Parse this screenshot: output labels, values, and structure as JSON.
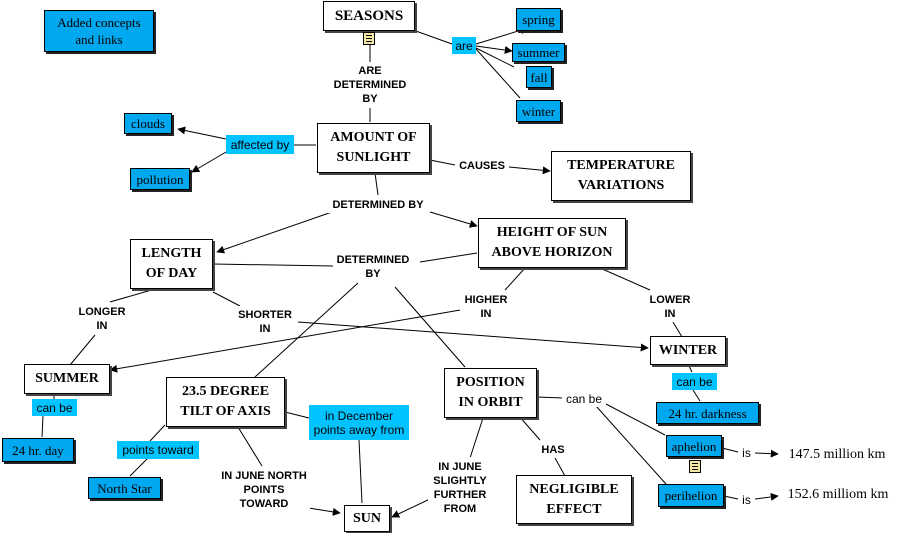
{
  "legend": {
    "text": "Added concepts and links"
  },
  "concepts": {
    "seasons": "SEASONS",
    "spring": "spring",
    "summer_small": "summer",
    "fall": "fall",
    "winter_small": "winter",
    "amount_of_sunlight": "AMOUNT OF SUNLIGHT",
    "clouds": "clouds",
    "pollution": "pollution",
    "temperature_variations": "TEMPERATURE VARIATIONS",
    "length_of_day": "LENGTH OF DAY",
    "height_of_sun": "HEIGHT OF SUN ABOVE HORIZON",
    "summer": "SUMMER",
    "winter": "WINTER",
    "tilt": "23.5 DEGREE TILT OF AXIS",
    "position_in_orbit": "POSITION IN ORBIT",
    "negligible_effect": "NEGLIGIBLE EFFECT",
    "sun": "SUN",
    "day_24": "24 hr. day",
    "darkness_24": "24 hr. darkness",
    "north_star": "North Star",
    "aphelion": "aphelion",
    "perihelion": "perihelion",
    "aphelion_km": "147.5 million km",
    "perihelion_km": "152.6 milliom km"
  },
  "links": {
    "are": "are",
    "are_determined_by": "ARE DETERMINED BY",
    "affected_by": "affected by",
    "causes": "CAUSES",
    "determined_by_1": "DETERMINED BY",
    "determined_by_2": "DETERMINED BY",
    "longer_in": "LONGER IN",
    "shorter_in": "SHORTER IN",
    "higher_in": "HIGHER IN",
    "lower_in": "LOWER IN",
    "can_be_1": "can be",
    "can_be_2": "can be",
    "can_be_3": "can be",
    "points_toward": "points toward",
    "in_december": "in December points away from",
    "in_june_north": "IN JUNE NORTH POINTS TOWARD",
    "in_june_further": "IN JUNE SLIGHTLY FURTHER FROM",
    "has": "HAS",
    "is_1": "is",
    "is_2": "is"
  },
  "colors": {
    "added": "#00a8f0",
    "added_label": "#00c3ff",
    "line": "#000000"
  },
  "icons": [
    "resource-document-icon"
  ]
}
